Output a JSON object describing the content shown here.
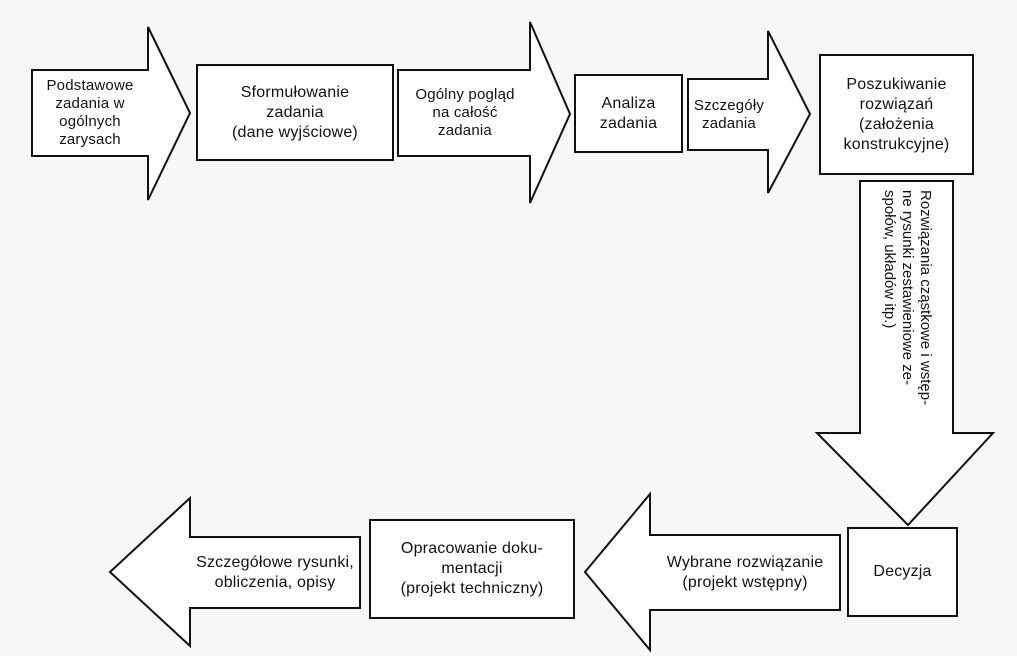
{
  "diagram": {
    "row1": {
      "arrow1": "Podstawowe\nzadania w\nogólnych\nzarysach",
      "box1": "Sformułowanie\nzadania\n(dane wyjściowe)",
      "arrow2": "Ogólny pogląd\nna całość\nzadania",
      "box2": "Analiza\nzadania",
      "arrow3": "Szczegóły\nzadania",
      "box3": "Poszukiwanie\nrozwiązań\n(założenia\nkonstrukcyjne)"
    },
    "down_arrow": "Rozwiązania cząstkowe i wstęp-\nne rysunki zestawieniowe ze-\nspołów, układów itp.)",
    "row2": {
      "box4": "Decyzja",
      "arrow4": "Wybrane rozwiązanie\n(projekt wstępny)",
      "box5": "Opracowanie doku-\nmentacji\n(projekt techniczny)",
      "arrow5": "Szczegółowe rysunki,\nobliczenia, opisy"
    }
  }
}
